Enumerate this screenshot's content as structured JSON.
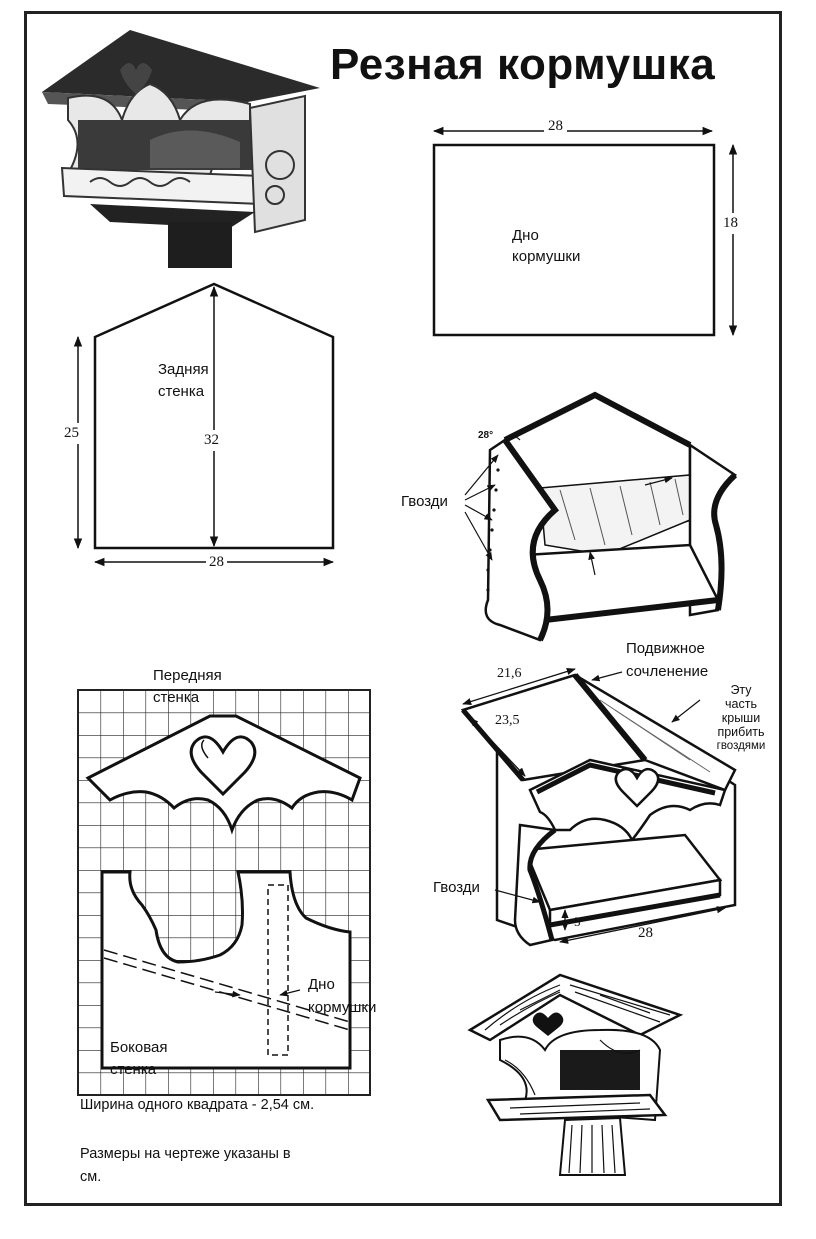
{
  "title": "Резная кормушка",
  "bottom_panel": {
    "label_line1": "Дно",
    "label_line2": "кормушки",
    "dim_width": "28",
    "dim_height": "18"
  },
  "back_wall": {
    "label_line1": "Задняя",
    "label_line2": "стенка",
    "dim_side": "25",
    "dim_height": "32",
    "dim_width": "28"
  },
  "assembly_top": {
    "angle": "28°",
    "nails_label": "Гвозди"
  },
  "grid_pattern": {
    "front_wall_line1": "Передняя",
    "front_wall_line2": "стенка",
    "bottom_line1": "Дно",
    "bottom_line2": "кормушки",
    "side_wall_line1": "Боковая",
    "side_wall_line2": "стенка"
  },
  "assembly_roof": {
    "hinge_line1": "Подвижное",
    "hinge_line2": "сочленение",
    "dim_roof_width": "21,6",
    "dim_roof_length": "23,5",
    "note_line1": "Эту",
    "note_line2": "часть",
    "note_line3": "крыши",
    "note_line4": "прибить",
    "note_line5": "гвоздями",
    "nails_label": "Гвозди",
    "dim_rim": "5",
    "dim_base": "28"
  },
  "notes": {
    "square_width": "Ширина одного квадрата - 2,54 см.",
    "units_line1": "Размеры на чертеже указаны в",
    "units_line2": "см."
  }
}
